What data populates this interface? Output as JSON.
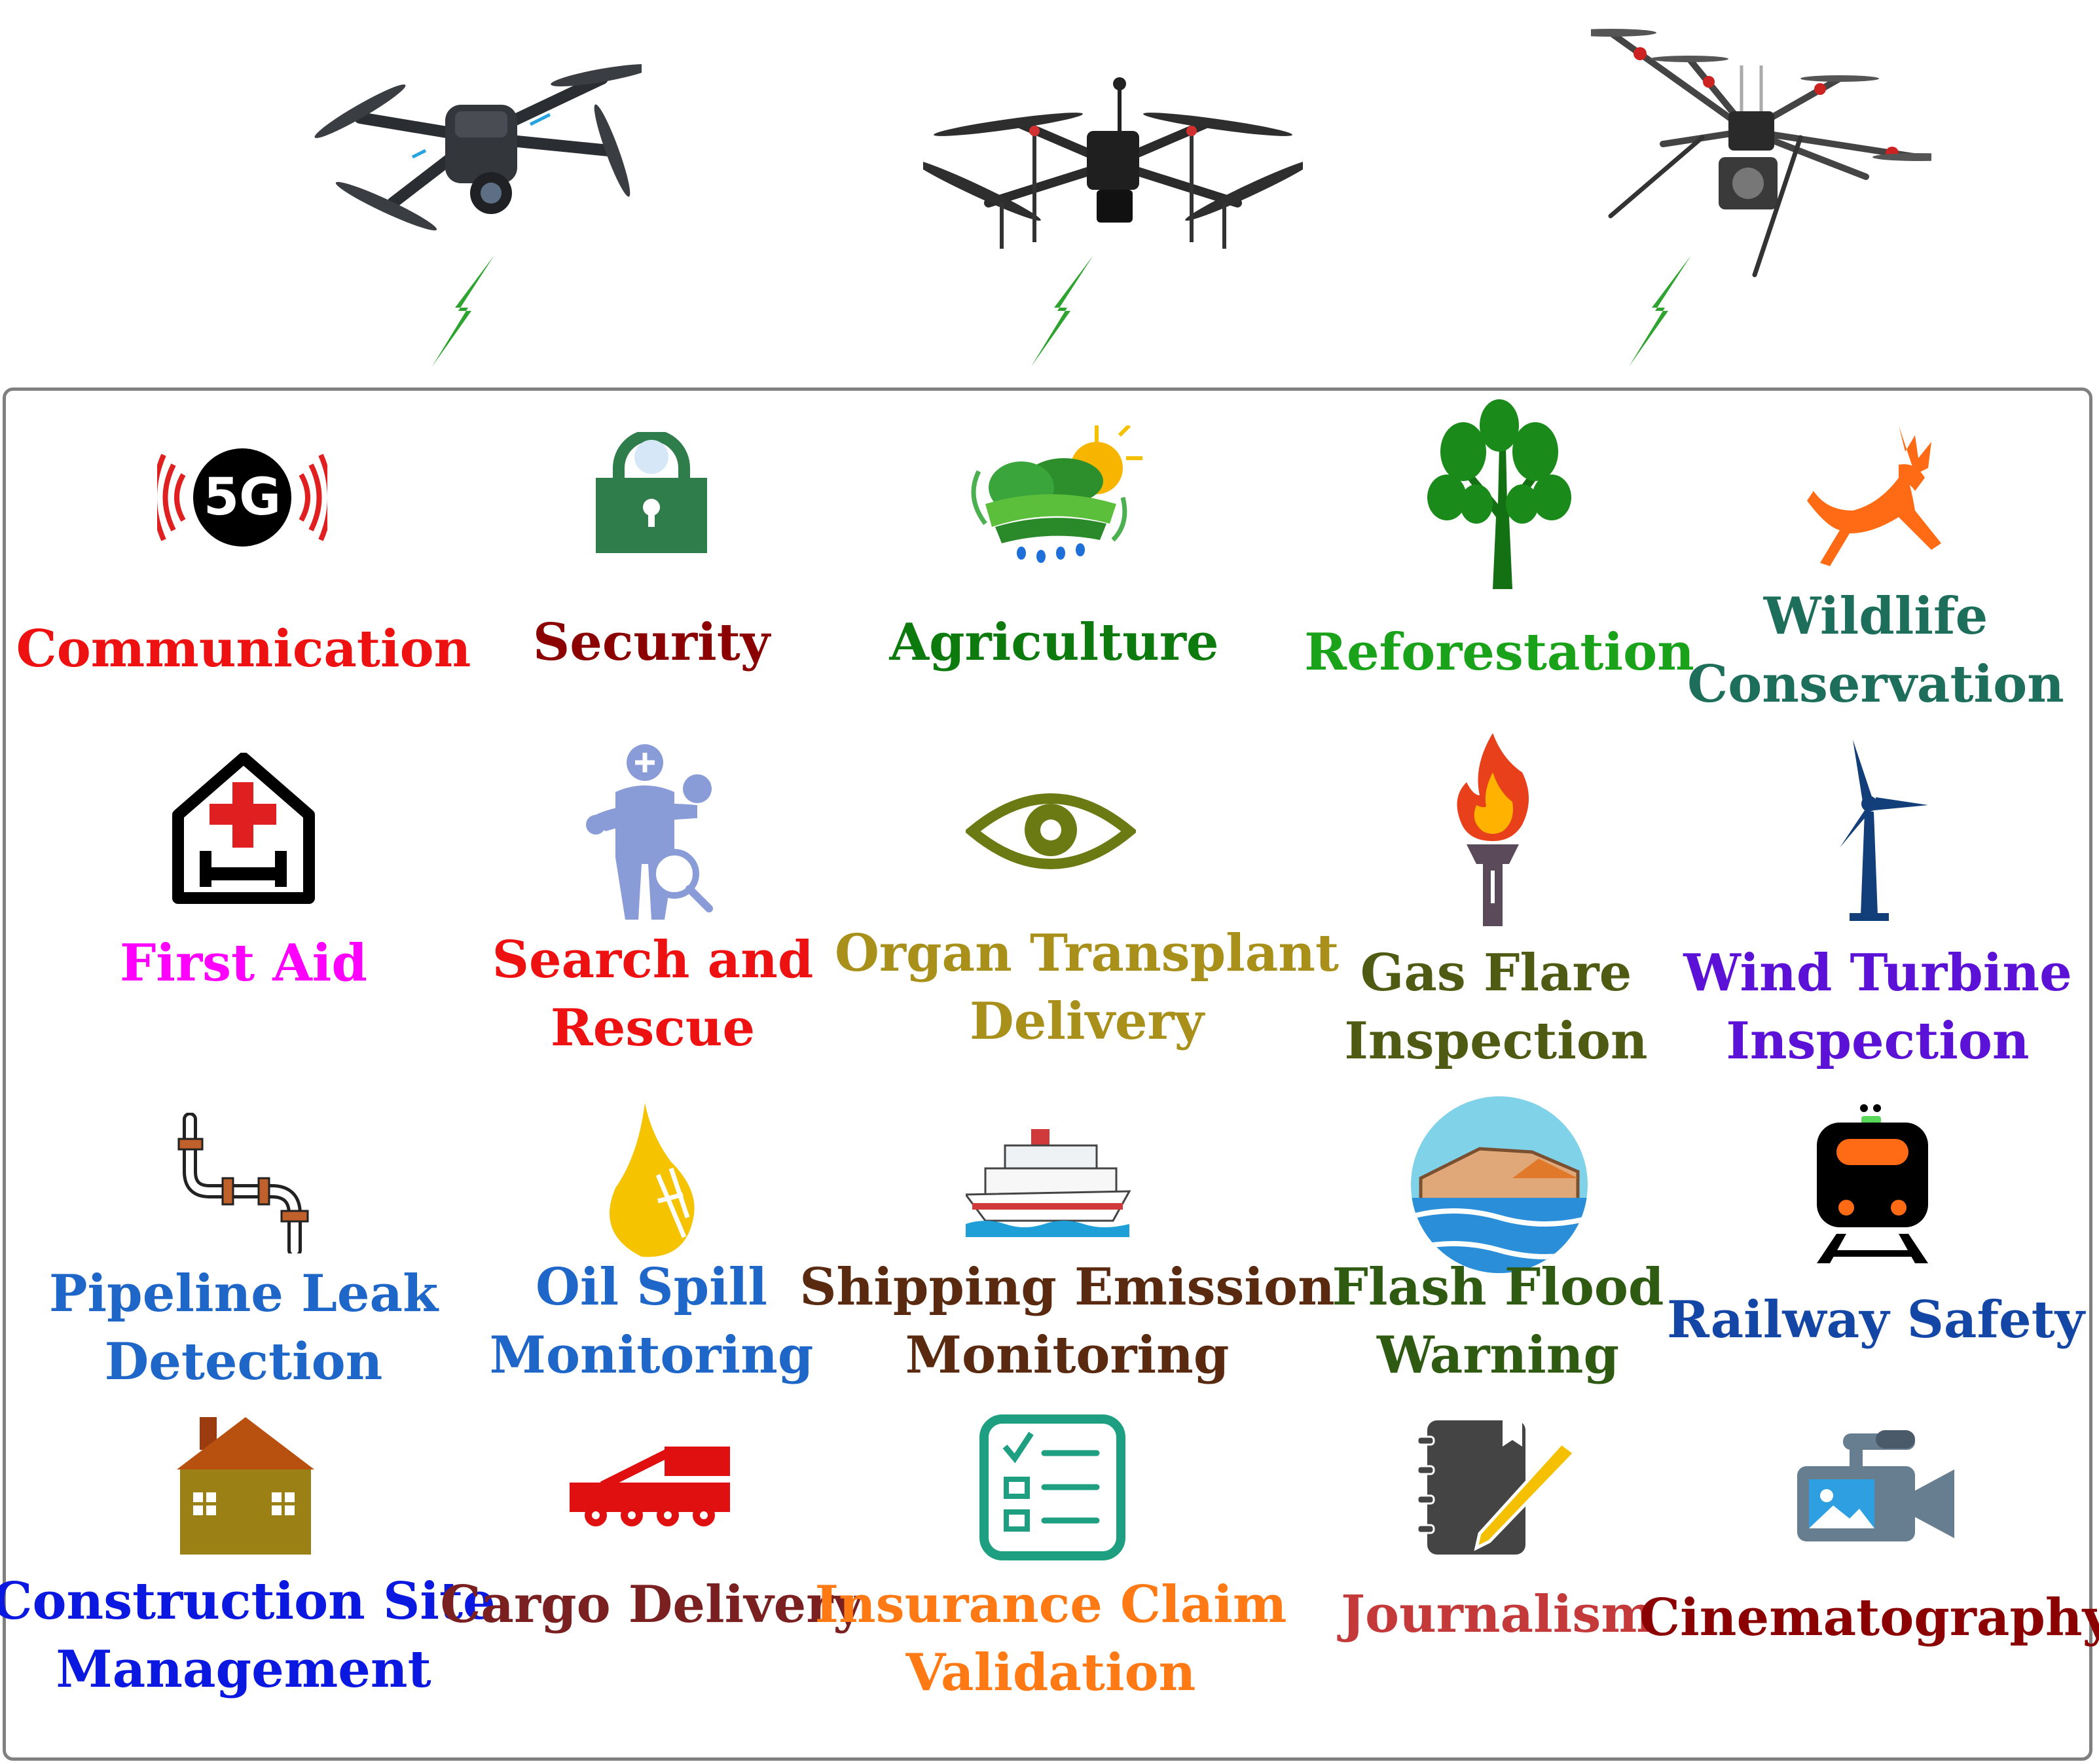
{
  "applications": [
    {
      "label": [
        "Communication"
      ],
      "color": "#ee1111",
      "icon": "5g-signal-icon"
    },
    {
      "label": [
        "Security"
      ],
      "color": "#8b0000",
      "icon": "padlock-icon"
    },
    {
      "label": [
        "Agriculture"
      ],
      "color": "#0d7a0d",
      "icon": "farm-landscape-icon"
    },
    {
      "label": [
        "Reforestation"
      ],
      "color": "#1aa31a",
      "icon": "tree-icon"
    },
    {
      "label": [
        "Wildlife",
        "Conservation"
      ],
      "color": "#1e6e5c",
      "icon": "deer-icon"
    },
    {
      "label": [
        "First Aid"
      ],
      "color": "#ff00ff",
      "icon": "medical-house-icon"
    },
    {
      "label": [
        "Search and",
        "Rescue"
      ],
      "color": "#ee1111",
      "icon": "rescuer-icon"
    },
    {
      "label": [
        "Organ Transplant",
        "Delivery"
      ],
      "color": "#a8901b",
      "icon": "eye-icon"
    },
    {
      "label": [
        "Gas Flare",
        "Inspection"
      ],
      "color": "#4f5a13",
      "icon": "gas-flare-icon"
    },
    {
      "label": [
        "Wind Turbine",
        "Inspection"
      ],
      "color": "#5b12d6",
      "icon": "wind-turbine-icon"
    },
    {
      "label": [
        "Pipeline Leak",
        "Detection"
      ],
      "color": "#1f66c9",
      "icon": "pipeline-icon"
    },
    {
      "label": [
        "Oil Spill",
        "Monitoring"
      ],
      "color": "#1f66c9",
      "icon": "oil-drop-icon"
    },
    {
      "label": [
        "Shipping Emission",
        "Monitoring"
      ],
      "color": "#5a2a10",
      "icon": "cruise-ship-icon"
    },
    {
      "label": [
        "Flash Flood",
        "Warning"
      ],
      "color": "#2e5a12",
      "icon": "flooded-house-icon"
    },
    {
      "label": [
        "Railway Safety"
      ],
      "color": "#1446a6",
      "icon": "train-icon"
    },
    {
      "label": [
        "Construction Site",
        "Management"
      ],
      "color": "#0a18e0",
      "icon": "house-icon"
    },
    {
      "label": [
        "Cargo Delivery"
      ],
      "color": "#7a2020",
      "icon": "cargo-truck-icon"
    },
    {
      "label": [
        "Insurance Claim",
        "Validation"
      ],
      "color": "#ff7a14",
      "icon": "checklist-icon"
    },
    {
      "label": [
        "Journalism"
      ],
      "color": "#c43a3a",
      "icon": "notebook-pen-icon"
    },
    {
      "label": [
        "Cinematography"
      ],
      "color": "#8b0000",
      "icon": "video-camera-icon"
    }
  ],
  "drones": [
    "foldable-quadcopter-icon",
    "industrial-quadcopter-icon",
    "hexacopter-camera-icon"
  ],
  "link_color": "#2fa32f"
}
